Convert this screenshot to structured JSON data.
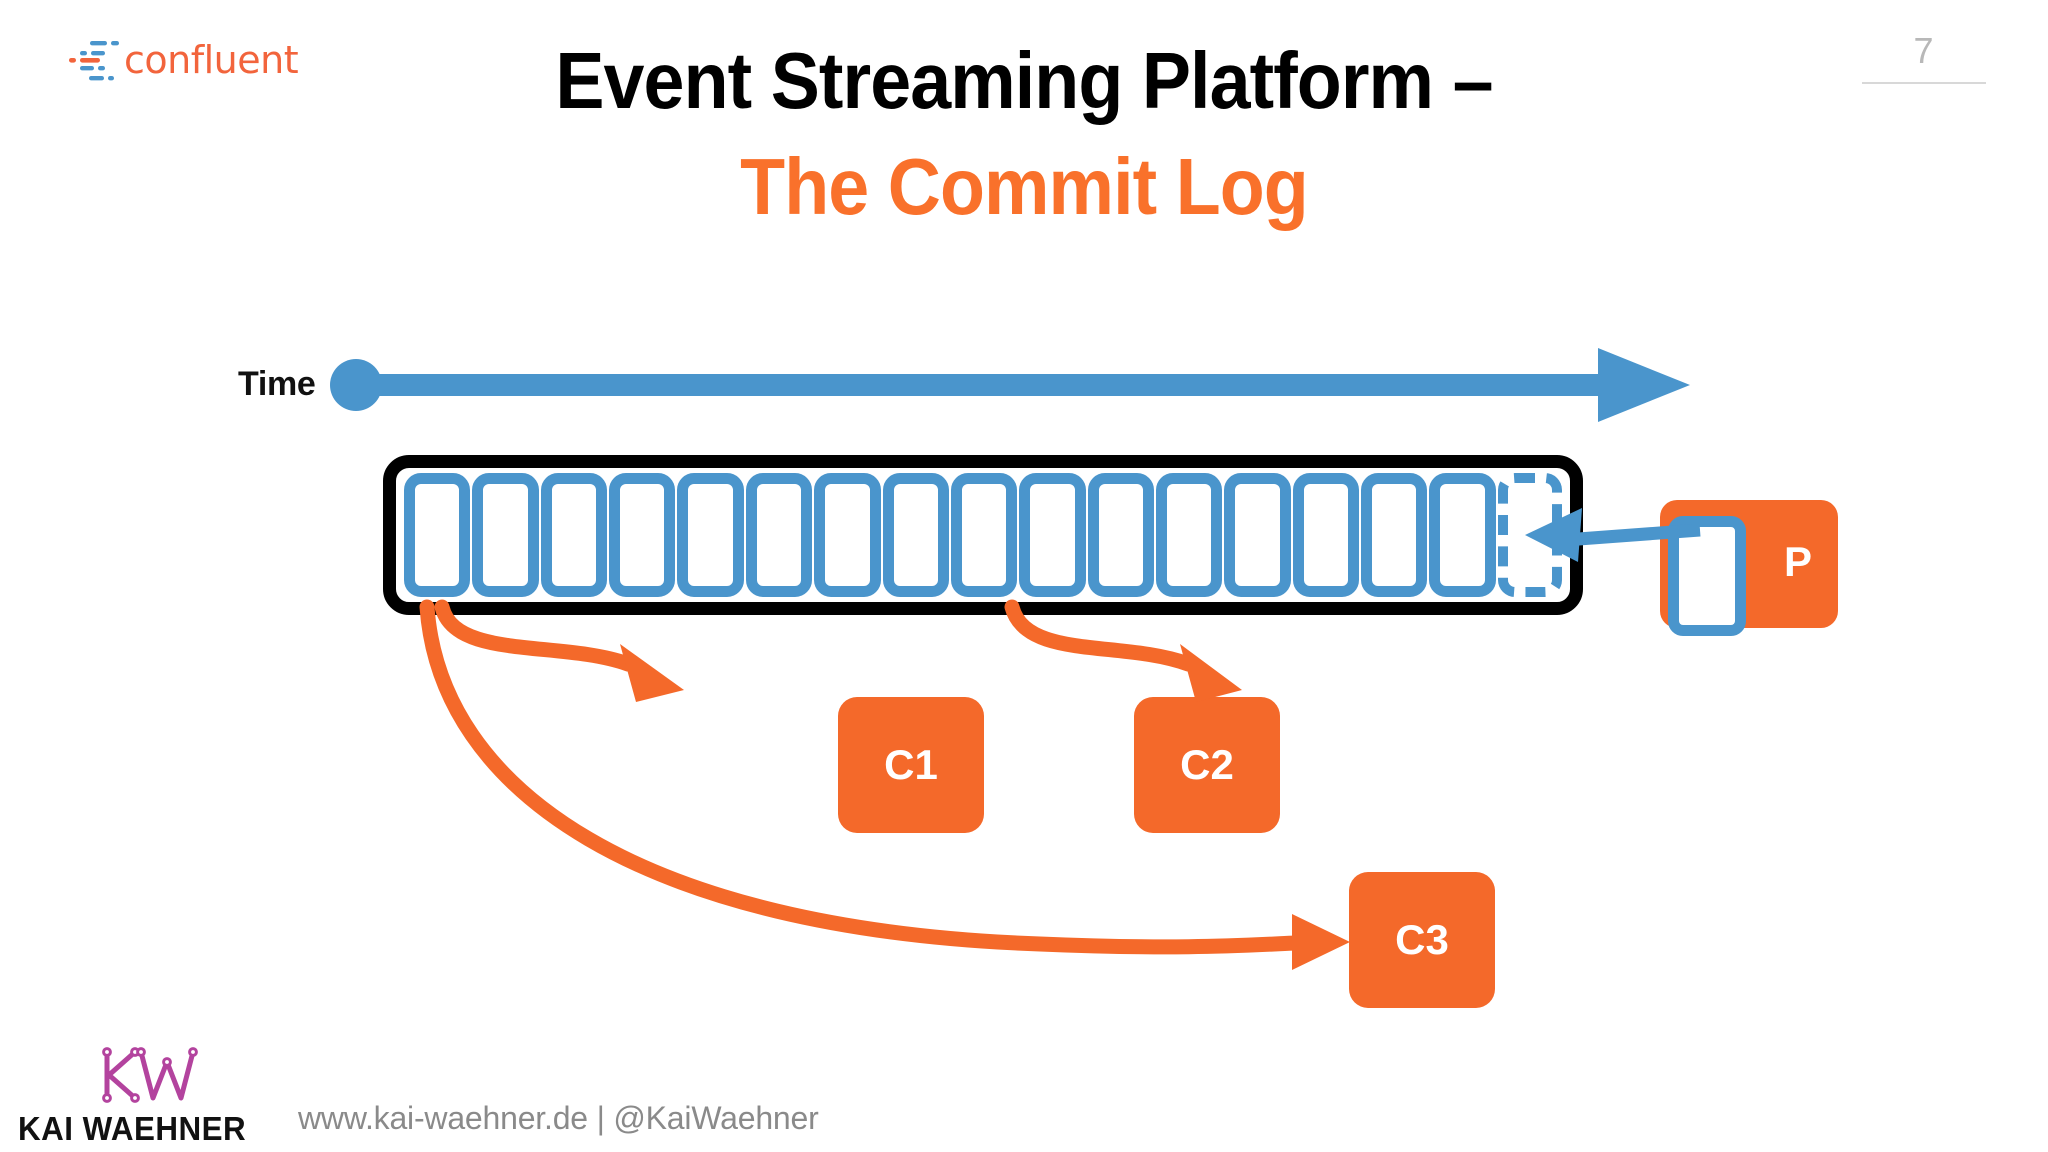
{
  "brand": {
    "logo_text": "confluent",
    "logo_icon": "confluent-mark-icon",
    "colors": {
      "orange": "#F4692A",
      "title_orange": "#F9712B",
      "blue": "#4A95CC",
      "black": "#000000",
      "page_number_gray": "#b8b8b8",
      "footer_gray": "#8a8a8a",
      "kw_purple": "#B3439E"
    }
  },
  "page_number": "7",
  "title": {
    "line1": "Event Streaming Platform –",
    "line2": "The Commit Log"
  },
  "diagram": {
    "time_axis_label": "Time",
    "time_axis_icon": "arrow-right-icon",
    "log": {
      "name": "commit-log",
      "filled_cell_count": 16,
      "pending_cell_count": 1,
      "cells": [
        {
          "state": "written"
        },
        {
          "state": "written"
        },
        {
          "state": "written"
        },
        {
          "state": "written"
        },
        {
          "state": "written"
        },
        {
          "state": "written"
        },
        {
          "state": "written"
        },
        {
          "state": "written"
        },
        {
          "state": "written"
        },
        {
          "state": "written"
        },
        {
          "state": "written"
        },
        {
          "state": "written"
        },
        {
          "state": "written"
        },
        {
          "state": "written"
        },
        {
          "state": "written"
        },
        {
          "state": "written"
        },
        {
          "state": "pending"
        }
      ]
    },
    "producer": {
      "label": "P",
      "name": "producer-p"
    },
    "consumers": [
      {
        "label": "C1",
        "name": "consumer-c1"
      },
      {
        "label": "C2",
        "name": "consumer-c2"
      },
      {
        "label": "C3",
        "name": "consumer-c3"
      }
    ],
    "arrows": [
      {
        "name": "producer-write-arrow",
        "from": "producer-p",
        "to": "commit-log-pending-cell",
        "color": "#4A95CC"
      },
      {
        "name": "consume-arrow-c1",
        "from": "commit-log",
        "to": "consumer-c1",
        "color": "#F4692A"
      },
      {
        "name": "consume-arrow-c2",
        "from": "commit-log",
        "to": "consumer-c2",
        "color": "#F4692A"
      },
      {
        "name": "consume-arrow-c3",
        "from": "commit-log",
        "to": "consumer-c3",
        "color": "#F4692A"
      }
    ]
  },
  "footer": {
    "author_name": "KAI WAEHNER",
    "logo_icon": "kw-monogram-icon",
    "url_line": "www.kai-waehner.de | @KaiWaehner"
  }
}
